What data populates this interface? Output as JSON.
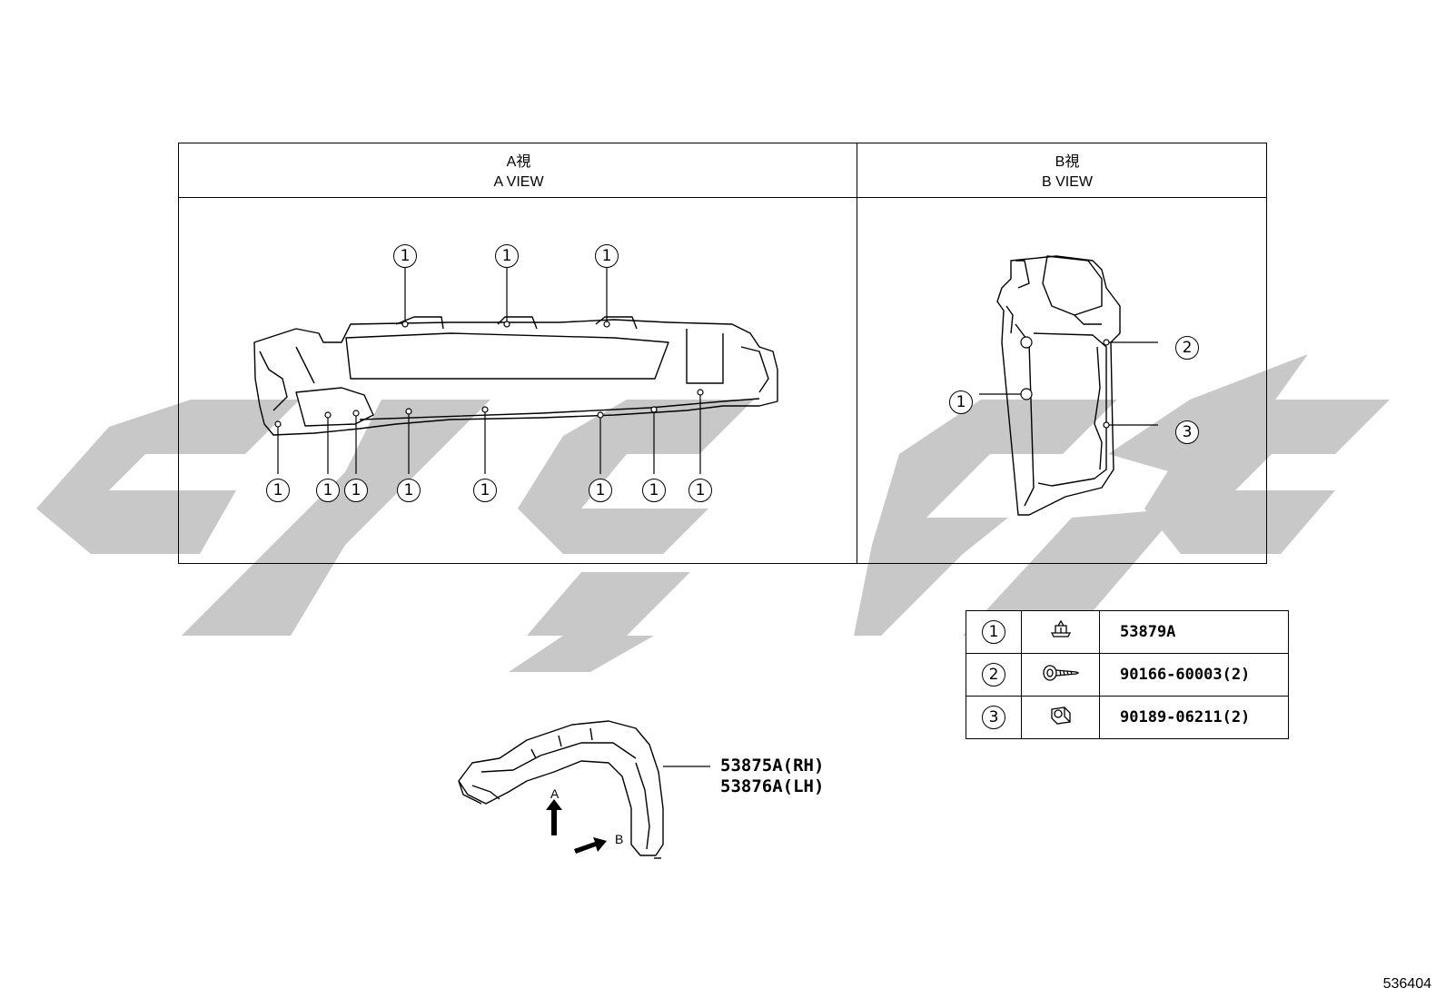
{
  "watermark": {
    "color": "#c8c8c8"
  },
  "views": [
    {
      "id": "A",
      "title_jp": "A視",
      "title_en": "A VIEW"
    },
    {
      "id": "B",
      "title_jp": "B視",
      "title_en": "B VIEW"
    }
  ],
  "callouts": {
    "a_view": [
      "1",
      "1",
      "1",
      "1",
      "1",
      "1",
      "1",
      "1",
      "1",
      "1",
      "1"
    ],
    "b_view": [
      "2",
      "1",
      "3"
    ]
  },
  "legend": [
    {
      "key": "1",
      "icon": "clip-icon",
      "part": "53879A"
    },
    {
      "key": "2",
      "icon": "screw-icon",
      "part": "90166-60003(2)"
    },
    {
      "key": "3",
      "icon": "nut-icon",
      "part": "90189-06211(2)"
    }
  ],
  "main_part": {
    "rh": "53875A(RH)",
    "lh": "53876A(LH)"
  },
  "arrows": {
    "a": "A",
    "b": "B"
  },
  "diagram_id": "536404"
}
